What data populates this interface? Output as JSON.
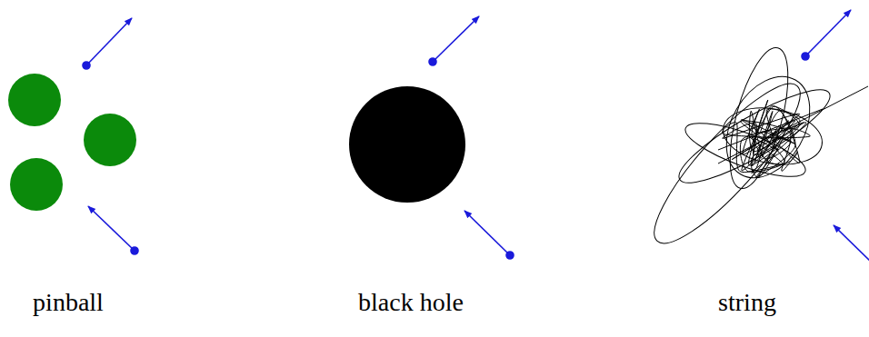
{
  "diagram": {
    "labels": [
      "pinball",
      "black hole",
      "string"
    ]
  }
}
